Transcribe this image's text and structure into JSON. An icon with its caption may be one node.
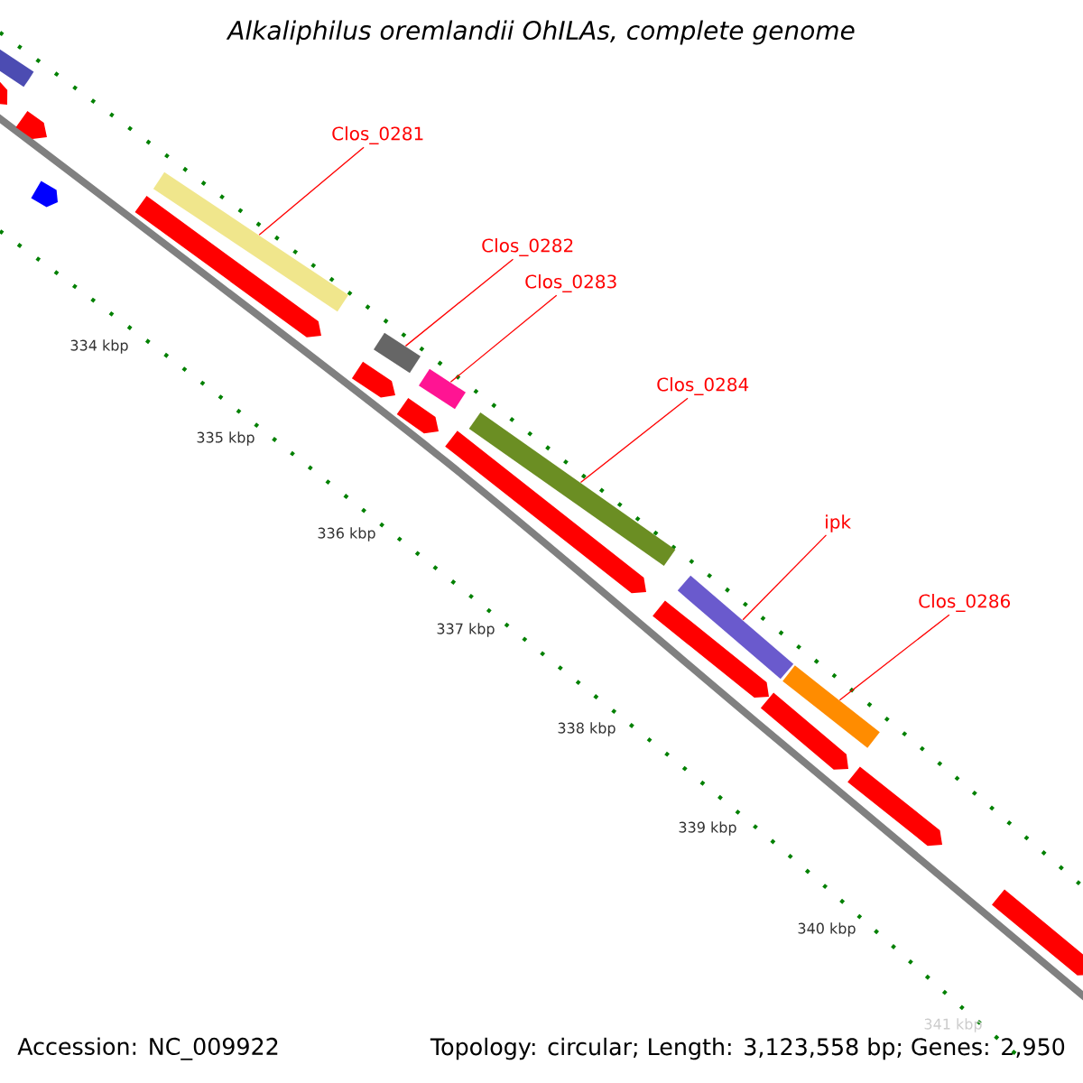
{
  "diagram": {
    "title": "Alkaliphilus oremlandii OhILAs, complete genome",
    "nodes": [
      {
        "text": [
          "Clos_0281"
        ]
      },
      {
        "text": [
          "Clos_0282"
        ]
      },
      {
        "text": [
          "Clos_0283"
        ]
      },
      {
        "text": [
          "Clos_0284"
        ]
      },
      {
        "text": [
          "ipk"
        ]
      },
      {
        "text": [
          "Clos_0286"
        ]
      },
      {
        "text": [],
        "shape": "bar"
      },
      {
        "text": [],
        "shape": "bar"
      },
      {
        "text": [],
        "shape": "bar"
      },
      {
        "text": [],
        "shape": "bar"
      },
      {
        "text": [],
        "shape": "bar"
      },
      {
        "text": [],
        "shape": "bar"
      }
    ],
    "edges": [
      {
        "from": 0,
        "to": 6,
        "arrow": "none"
      },
      {
        "from": 1,
        "to": 7,
        "arrow": "none"
      },
      {
        "from": 2,
        "to": 8,
        "arrow": "none"
      },
      {
        "from": 3,
        "to": 9,
        "arrow": "none"
      },
      {
        "from": 4,
        "to": 10,
        "arrow": "none"
      },
      {
        "from": 5,
        "to": 11,
        "arrow": "none"
      }
    ],
    "labels": [
      "334 kbp",
      "335 kbp",
      "336 kbp",
      "337 kbp",
      "338 kbp",
      "339 kbp",
      "340 kbp",
      "341 kbp",
      "Accession: NC_009922",
      "Topology: circular; Length: 3,123,558 bp; Genes: 2,950"
    ]
  }
}
